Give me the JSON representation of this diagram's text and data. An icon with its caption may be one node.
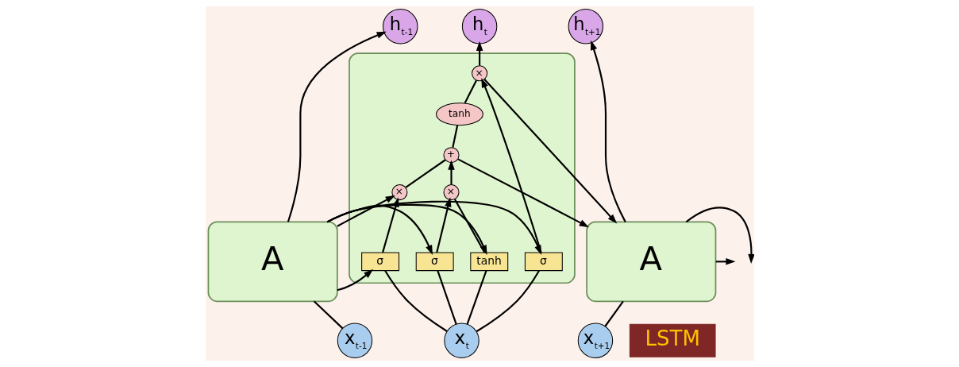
{
  "diagram": {
    "nodes": [
      {
        "text": [
          "h$_{t-1}$"
        ]
      },
      {
        "text": [
          "h$_{t}$"
        ]
      },
      {
        "text": [
          "h$_{t+1}$"
        ]
      },
      {
        "text": [
          "A"
        ]
      },
      {
        "text": [],
        "shape": "box"
      },
      {
        "text": [
          "×"
        ],
        "in": 4
      },
      {
        "text": [
          "+"
        ],
        "in": 4
      },
      {
        "text": [
          "tanh"
        ],
        "in": 4
      },
      {
        "text": [
          "σ"
        ],
        "in": 4
      },
      {
        "text": [
          "σ"
        ],
        "in": 4
      },
      {
        "text": [
          "tanh"
        ],
        "in": 4
      },
      {
        "text": [
          "σ"
        ],
        "in": 4
      },
      {
        "text": [
          "×"
        ],
        "in": 4
      },
      {
        "text": [
          "×"
        ],
        "in": 4
      },
      {
        "text": [
          "A"
        ]
      },
      {
        "text": [
          "x$_{t-1}$"
        ]
      },
      {
        "text": [
          "x$_{t}$"
        ]
      },
      {
        "text": [
          "x$_{t+1}$"
        ]
      },
      {
        "text": [
          "LSTM"
        ]
      }
    ],
    "edges": [
      {
        "from": 15,
        "to": 3,
        "arrow": "none"
      },
      {
        "from": 3,
        "to": 0,
        "arrow": "to"
      },
      {
        "from": 3,
        "to": 5,
        "arrow": "to"
      },
      {
        "from": 3,
        "to": 8,
        "arrow": "to"
      },
      {
        "from": 3,
        "to": 9,
        "arrow": "to"
      },
      {
        "from": 3,
        "to": 10,
        "arrow": "to"
      },
      {
        "from": 3,
        "to": 11,
        "arrow": "to"
      },
      {
        "from": 16,
        "to": 8,
        "arrow": "none"
      },
      {
        "from": 16,
        "to": 9,
        "arrow": "none"
      },
      {
        "from": 16,
        "to": 10,
        "arrow": "none"
      },
      {
        "from": 16,
        "to": 11,
        "arrow": "none"
      },
      {
        "from": 8,
        "to": 5,
        "arrow": "to"
      },
      {
        "from": 9,
        "to": 12,
        "arrow": "to"
      },
      {
        "from": 10,
        "to": 12,
        "arrow": "none"
      },
      {
        "from": 12,
        "to": 6,
        "arrow": "to"
      },
      {
        "from": 5,
        "to": 6,
        "arrow": "none"
      },
      {
        "from": 6,
        "to": 7,
        "arrow": "none"
      },
      {
        "from": 7,
        "to": 13,
        "arrow": "none"
      },
      {
        "from": 11,
        "to": 13,
        "arrow": "to"
      },
      {
        "from": 13,
        "to": 1,
        "arrow": "to"
      },
      {
        "from": 6,
        "to": 14,
        "arrow": "to"
      },
      {
        "from": 13,
        "to": 14,
        "arrow": "to"
      },
      {
        "from": 17,
        "to": 14,
        "arrow": "none"
      },
      {
        "from": 14,
        "to": 2,
        "arrow": "to"
      },
      {
        "from": 14,
        "to": null,
        "arrow": "to"
      },
      {
        "from": 14,
        "to": null,
        "arrow": "to"
      }
    ]
  }
}
